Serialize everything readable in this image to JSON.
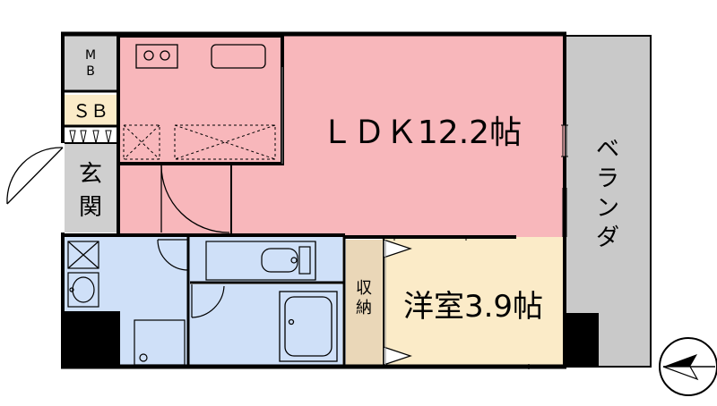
{
  "rooms": {
    "mb": {
      "label_top": "M",
      "label_bottom": "B"
    },
    "sb": {
      "label": "ＳＢ"
    },
    "entrance": {
      "label_top": "玄",
      "label_bottom": "関"
    },
    "ldk": {
      "label": "ＬＤＫ12.2帖"
    },
    "veranda": {
      "chars": [
        "ベ",
        "ラ",
        "ン",
        "ダ"
      ]
    },
    "storage": {
      "label_top": "収",
      "label_bottom": "納"
    },
    "western_room": {
      "label": "洋室3.9帖"
    }
  },
  "colors": {
    "ldk": "#f8b7bb",
    "wet": "#cfe0f8",
    "western": "#fbebc8",
    "veranda": "#c9c9c9",
    "gray": "#cfcfcf",
    "storage": "#ead7b8",
    "wall": "#000000"
  },
  "icons": [
    "stove-icon",
    "sink-icon",
    "toilet-icon",
    "bathtub-icon",
    "washbasin-icon",
    "washer-icon",
    "north-compass-icon"
  ]
}
